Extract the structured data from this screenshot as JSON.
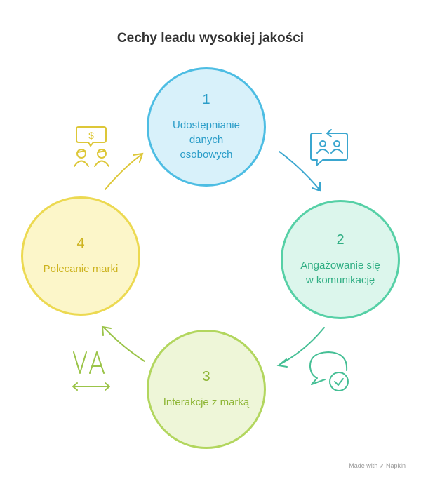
{
  "title": "Cechy leadu wysokiej jakości",
  "steps": [
    {
      "number": "1",
      "label": "Udostępnianie\ndanych\nosobowych",
      "icon": "chat-people-icon",
      "color": "#2fa8d2",
      "fill": "#d8f1fa"
    },
    {
      "number": "2",
      "label": "Angażowanie się\nw komunikację",
      "icon": "chat-check-icon",
      "color": "#35b88c",
      "fill": "#dcf6ec"
    },
    {
      "number": "3",
      "label": "Interakcje z marką",
      "icon": "text-width-icon",
      "color": "#93bb3a",
      "fill": "#eef6d8"
    },
    {
      "number": "4",
      "label": "Polecanie marki",
      "icon": "referral-money-icon",
      "color": "#d9c02a",
      "fill": "#fcf6c9"
    }
  ],
  "footer": "Made with ⸙ Napkin"
}
